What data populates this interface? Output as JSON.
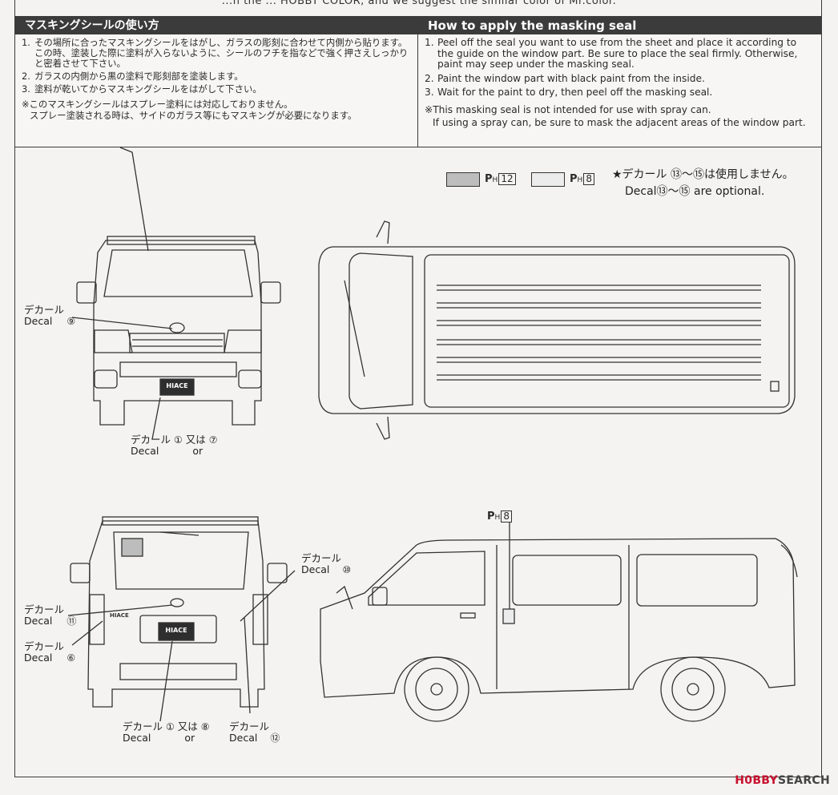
{
  "top_fragment": "...n the ... HOBBY COLOR, and we suggest the similar color of Mr.color.",
  "jp_panel": {
    "title": "マスキングシールの使い方",
    "steps": [
      {
        "n": "1.",
        "text": "その場所に合ったマスキングシールをはがし、ガラスの彫刻に合わせて内側から貼ります。この時、塗装した際に塗料が入らないように、シールのフチを指などで強く押さえしっかりと密着させて下さい。"
      },
      {
        "n": "2.",
        "text": "ガラスの内側から黒の塗料で彫刻部を塗装します。"
      },
      {
        "n": "3.",
        "text": "塗料が乾いてからマスキングシールをはがして下さい。"
      }
    ],
    "note_line1": "※このマスキングシールはスプレー塗料には対応しておりません。",
    "note_line2": "スプレー塗装される時は、サイドのガラス等にもマスキングが必要になります。"
  },
  "en_panel": {
    "title": "How to apply the masking seal",
    "steps": [
      {
        "n": "1.",
        "text": "Peel off the seal you want to use from the sheet and place it according to the guide on the window part. Be sure to place the seal firmly. Otherwise, paint may seep under the masking seal."
      },
      {
        "n": "2.",
        "text": "Paint the window part with black paint from the inside."
      },
      {
        "n": "3.",
        "text": "Wait for the paint to dry, then peel off the masking seal."
      }
    ],
    "note_line1": "※This masking seal is not intended for use with spray can.",
    "note_line2": "If using a spray can, be sure to mask the adjacent areas of the window part."
  },
  "legend": {
    "items": [
      {
        "code": "P",
        "sub": "H",
        "num": "12",
        "color": "#bdbdbd"
      },
      {
        "code": "P",
        "sub": "H",
        "num": "8",
        "color": "#ececec"
      }
    ],
    "optional_jp": "★デカール ⑬～⑮は使用しません。",
    "optional_en": "Decal⑬～⑮ are optional."
  },
  "callouts": {
    "front_decal": {
      "jp": "デカール",
      "en": "Decal",
      "num": "⑨"
    },
    "front_plate": {
      "jp": "デカール",
      "en": "Decal",
      "num_a": "①",
      "or_jp": "又は",
      "or_en": "or",
      "num_b": "⑦"
    },
    "rear_top": {
      "jp": "デカール",
      "en": "Decal",
      "num": "⑩"
    },
    "rear_logo": {
      "jp": "デカール",
      "en": "Decal",
      "num": "⑪"
    },
    "rear_side": {
      "jp": "デカール",
      "en": "Decal",
      "num": "⑥"
    },
    "rear_plate": {
      "jp": "デカール",
      "en": "Decal",
      "num_a": "①",
      "or_jp": "又は",
      "or_en": "or",
      "num_b": "⑧"
    },
    "rear_lower": {
      "jp": "デカール",
      "en": "Decal",
      "num": "⑫"
    },
    "side_pillar": {
      "code": "P",
      "sub": "H",
      "num": "8"
    }
  },
  "plates": {
    "front": "HIACE",
    "rear": "HIACE",
    "rear_badge": "HIACE"
  },
  "watermark": {
    "brand": "H0BBY",
    "rest": "SEARCH"
  }
}
